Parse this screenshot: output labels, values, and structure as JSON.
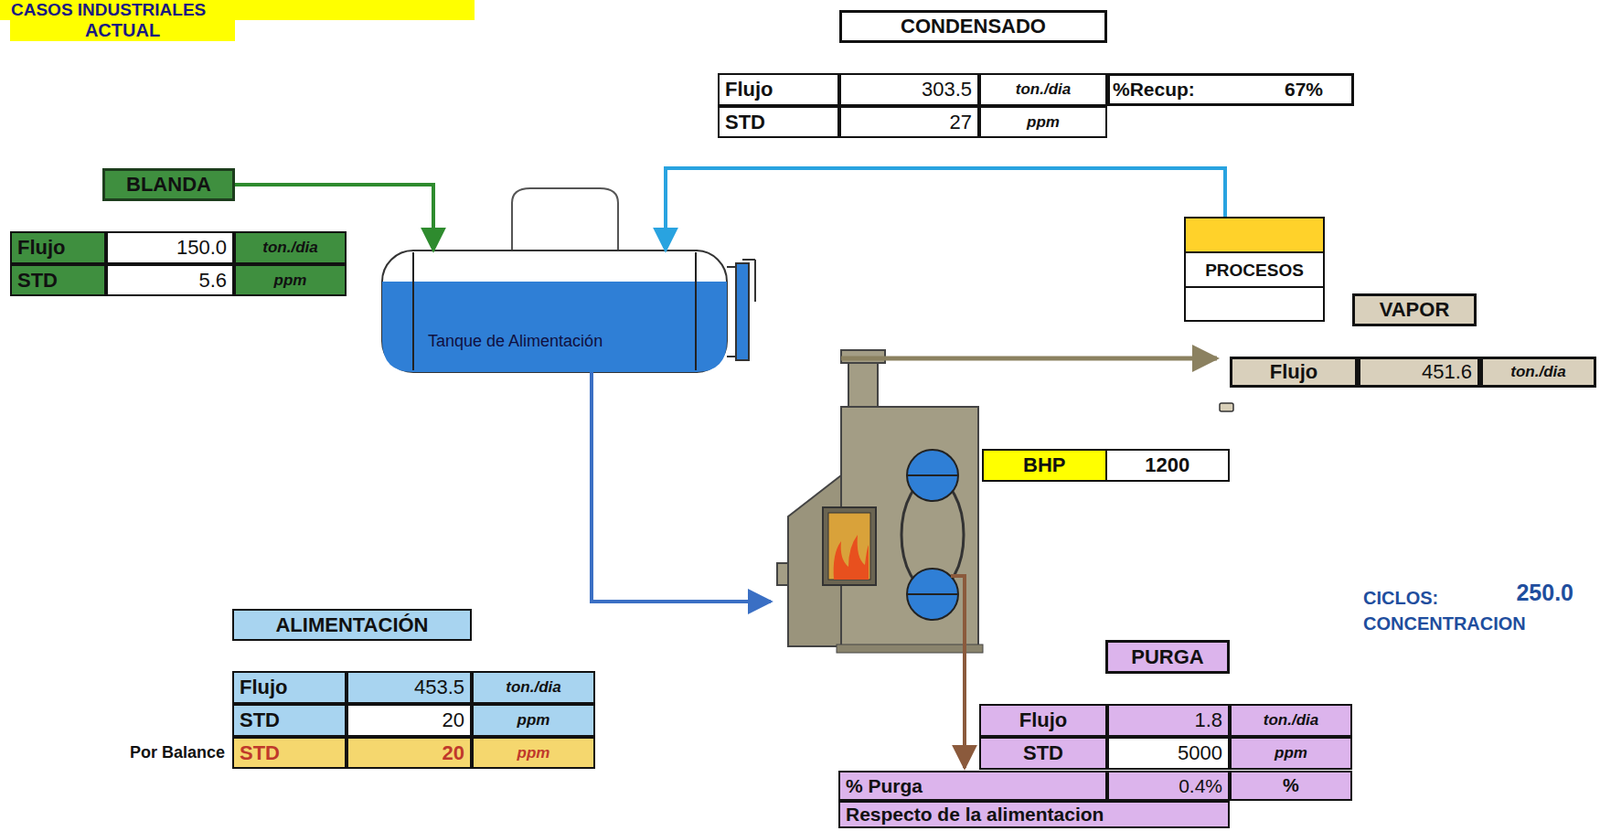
{
  "diagram": {
    "title": "CASOS INDUSTRIALES",
    "nodes": [
      {
        "text": [
          "CONDENSADO"
        ]
      },
      {
        "text": [
          "BLANDA"
        ]
      },
      {
        "text": [
          "Tanque de Alimentación"
        ]
      },
      {
        "text": [
          "PROCESOS"
        ]
      },
      {
        "text": [
          "VAPOR"
        ]
      },
      {
        "text": [
          "BHP",
          "1200"
        ]
      },
      {
        "text": [
          "ALIMENTACIÓN"
        ]
      },
      {
        "text": [
          "PURGA"
        ]
      }
    ],
    "edges": [
      {
        "from": 1,
        "to": 2,
        "arrow": "to"
      },
      {
        "from": 3,
        "to": 2,
        "arrow": "to"
      }
    ],
    "labels": [
      "ACTUAL",
      "Flujo",
      "303.5",
      "ton./dia",
      "%Recup:",
      "67%",
      "STD",
      "27",
      "ppm",
      "Flujo",
      "150.0",
      "ton./dia",
      "STD",
      "5.6",
      "ppm",
      "Flujo",
      "451.6",
      "ton./dia",
      "CICLOS:",
      "250.0",
      "CONCENTRACION",
      "Flujo",
      "453.5",
      "ton./dia",
      "STD",
      "20",
      "ppm",
      "Por Balance",
      "STD",
      "20",
      "ppm",
      "Flujo",
      "1.8",
      "ton./dia",
      "STD",
      "5000",
      "ppm",
      "% Purga",
      "0.4%",
      "%",
      "Respecto de la alimentacion"
    ]
  }
}
